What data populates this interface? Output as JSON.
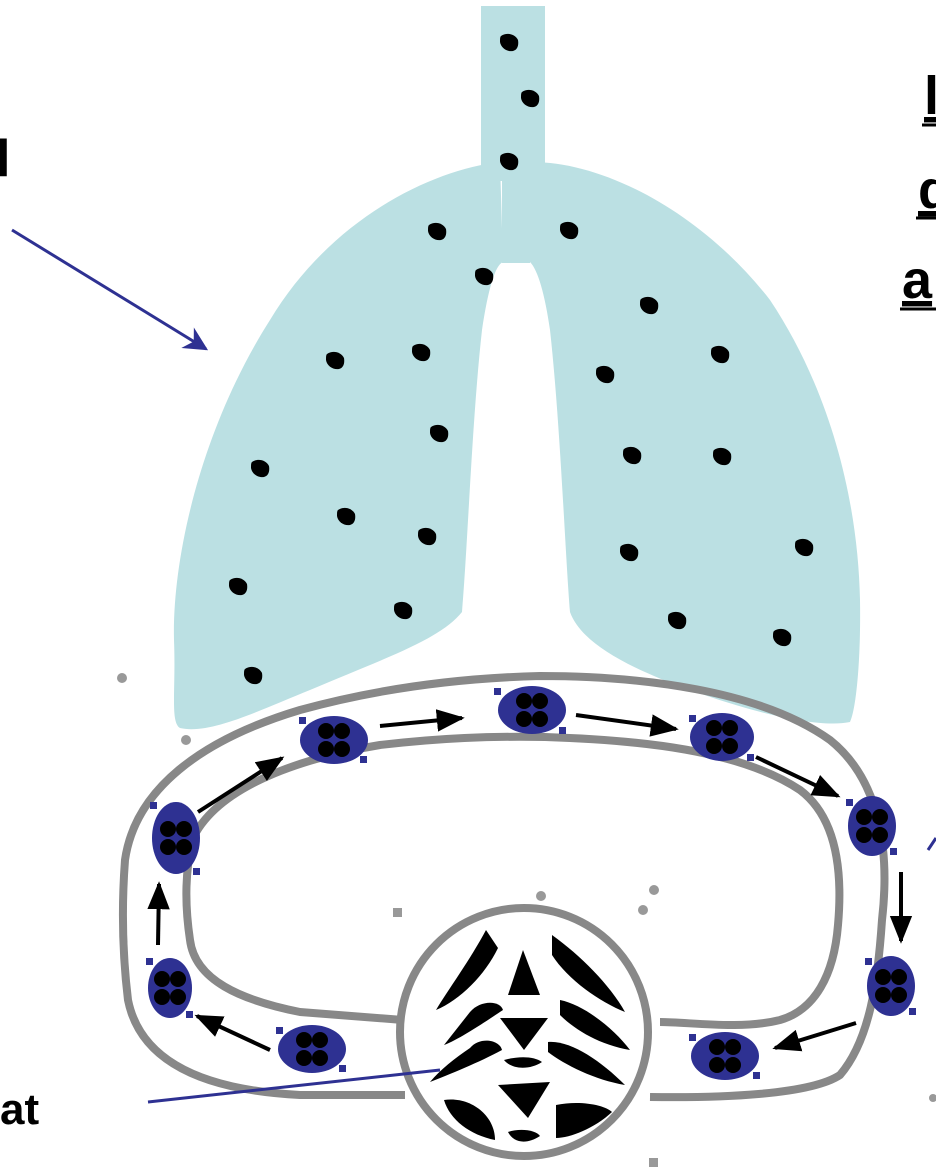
{
  "labels": {
    "left_top": "l",
    "left_bottom": "at",
    "right_title": [
      "l",
      "d",
      "a"
    ]
  },
  "colors": {
    "lung": "#bbe0e3",
    "vessel": "#888888",
    "cell": "#2e3192",
    "particle": "#000000",
    "pointer": "#2e3192",
    "background": "#ffffff"
  },
  "icons": {
    "particle": "dust-particle-icon",
    "macrophage": "macrophage-cell-icon",
    "arrow": "flow-arrow-icon"
  }
}
